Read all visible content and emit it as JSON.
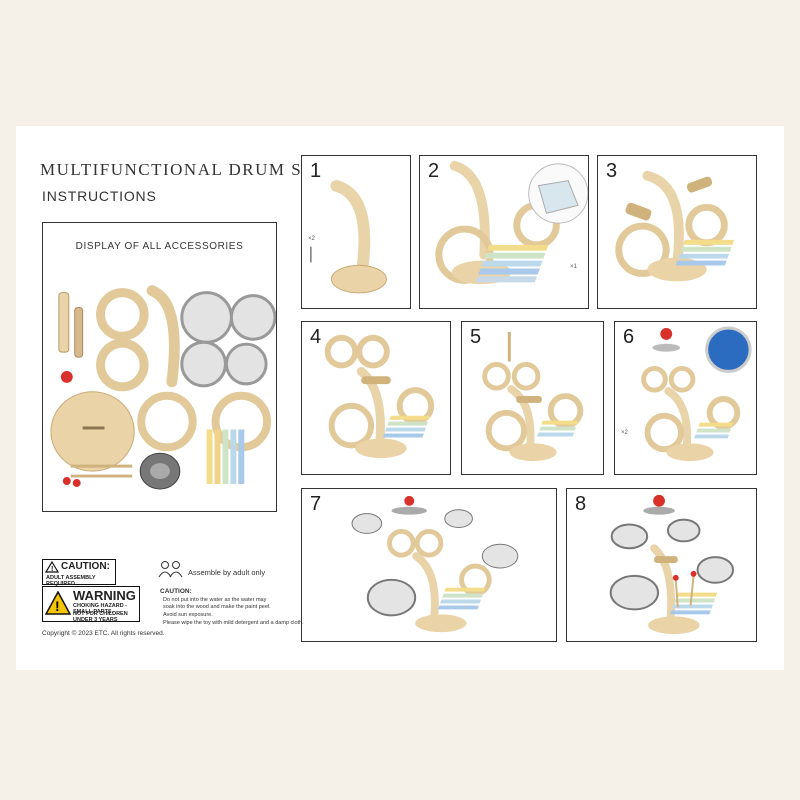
{
  "header": {
    "title": "MULTIFUNCTIONAL DRUM STAND",
    "subtitle": "INSTRUCTIONS"
  },
  "accessories": {
    "title": "DISPLAY OF ALL ACCESSORIES"
  },
  "steps": [
    {
      "number": "1",
      "qty": "×2"
    },
    {
      "number": "2",
      "qty": "×1"
    },
    {
      "number": "3"
    },
    {
      "number": "4"
    },
    {
      "number": "5"
    },
    {
      "number": "6",
      "qty": "×2"
    },
    {
      "number": "7"
    },
    {
      "number": "8"
    }
  ],
  "safety": {
    "caution_title": "CAUTION:",
    "caution_sub": "ADULT ASSEMBLY REQUIRED",
    "warning_title": "WARNING",
    "warning_line1": "CHOKING HAZARD - SMALL PARTS.",
    "warning_line2": "NOT FOR CHILDREN UNDER 3 YEARS",
    "adult_note": "Assemble by adult only",
    "caution2_title": "CAUTION:",
    "notes": [
      "Do not put into the water as the water may",
      "soak into the wood and make the paint peel.",
      "Avoid sun exposure.",
      "Please wipe the toy with mild detergent and a damp cloth."
    ]
  },
  "footer": {
    "copyright": "Copyright © 2023 ETC. All rights reserved."
  },
  "colors": {
    "wood": "#e9d3a8",
    "wood_dark": "#cfb27c",
    "drum_head": "#e4e4e4",
    "xylo": [
      "#f3dc8a",
      "#f1d28a",
      "#cfe3c7",
      "#bcd9ec",
      "#a9c9ea",
      "#9fc0e8",
      "#c7d8e8"
    ],
    "red": "#d9302a",
    "accent_blue": "#2b6cc0"
  }
}
